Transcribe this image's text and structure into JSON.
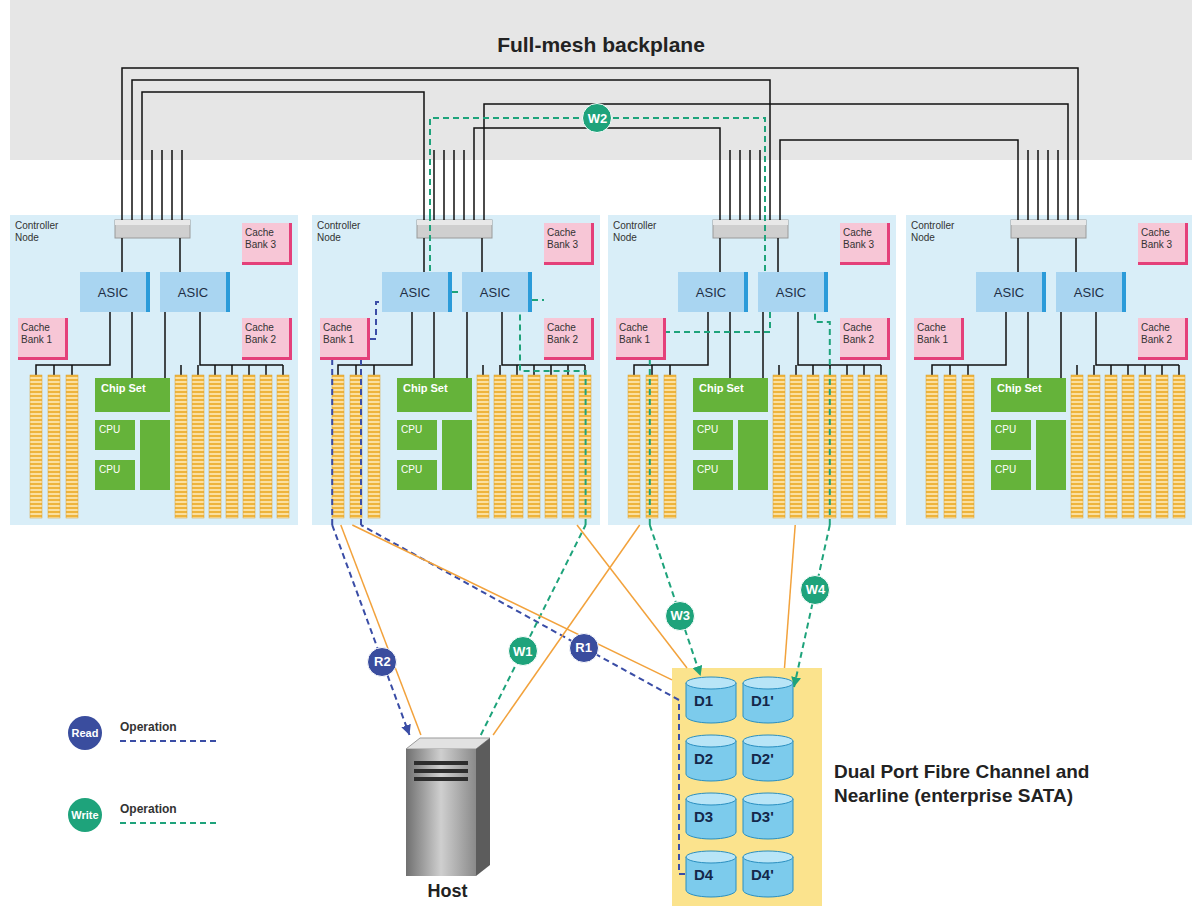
{
  "diagram": {
    "nodes": [
      {
        "text": [
          "Full-mesh backplane"
        ]
      },
      {
        "text": [
          "Controller Node"
        ]
      },
      {
        "text": [
          "Cache Bank 3"
        ],
        "in": 1
      },
      {
        "text": [
          "ASIC"
        ],
        "in": 1
      },
      {
        "text": [
          "ASIC"
        ],
        "in": 1
      },
      {
        "text": [
          "Cache Bank 1"
        ],
        "in": 1
      },
      {
        "text": [
          "Cache Bank 2"
        ],
        "in": 1
      },
      {
        "text": [
          "Chip Set"
        ],
        "in": 1
      },
      {
        "text": [
          "CPU"
        ],
        "in": 1
      },
      {
        "text": [
          "CPU"
        ],
        "in": 1
      },
      {
        "text": [
          "Controller Node"
        ]
      },
      {
        "text": [
          "Cache Bank 3"
        ],
        "in": 10
      },
      {
        "text": [
          "ASIC"
        ],
        "in": 10
      },
      {
        "text": [
          "ASIC"
        ],
        "in": 10
      },
      {
        "text": [
          "Cache Bank 1"
        ],
        "in": 10
      },
      {
        "text": [
          "Cache Bank 2"
        ],
        "in": 10
      },
      {
        "text": [
          "Chip Set"
        ],
        "in": 10
      },
      {
        "text": [
          "CPU"
        ],
        "in": 10
      },
      {
        "text": [
          "CPU"
        ],
        "in": 10
      },
      {
        "text": [
          "Controller Node"
        ]
      },
      {
        "text": [
          "Cache Bank 3"
        ],
        "in": 19
      },
      {
        "text": [
          "ASIC"
        ],
        "in": 19
      },
      {
        "text": [
          "ASIC"
        ],
        "in": 19
      },
      {
        "text": [
          "Cache Bank 1"
        ],
        "in": 19
      },
      {
        "text": [
          "Cache Bank 2"
        ],
        "in": 19
      },
      {
        "text": [
          "Chip Set"
        ],
        "in": 19
      },
      {
        "text": [
          "CPU"
        ],
        "in": 19
      },
      {
        "text": [
          "CPU"
        ],
        "in": 19
      },
      {
        "text": [
          "Controller Node"
        ]
      },
      {
        "text": [
          "Cache Bank 3"
        ],
        "in": 28
      },
      {
        "text": [
          "ASIC"
        ],
        "in": 28
      },
      {
        "text": [
          "ASIC"
        ],
        "in": 28
      },
      {
        "text": [
          "Cache Bank 1"
        ],
        "in": 28
      },
      {
        "text": [
          "Cache Bank 2"
        ],
        "in": 28
      },
      {
        "text": [
          "Chip Set"
        ],
        "in": 28
      },
      {
        "text": [
          "CPU"
        ],
        "in": 28
      },
      {
        "text": [
          "CPU"
        ],
        "in": 28
      },
      {
        "text": [
          "Read"
        ]
      },
      {
        "text": [
          "Write"
        ]
      },
      {
        "text": [
          "Host"
        ]
      },
      {
        "text": [
          "Dual Port Fibre Channel and Nearline (enterprise SATA)"
        ]
      },
      {
        "text": [
          "D1"
        ],
        "in": 40
      },
      {
        "text": [
          "D1'"
        ],
        "in": 40
      },
      {
        "text": [
          "D2"
        ],
        "in": 40
      },
      {
        "text": [
          "D2'"
        ],
        "in": 40
      },
      {
        "text": [
          "D3"
        ],
        "in": 40
      },
      {
        "text": [
          "D3'"
        ],
        "in": 40
      },
      {
        "text": [
          "D4"
        ],
        "in": 40
      },
      {
        "text": [
          "D4'"
        ],
        "in": 40
      }
    ],
    "edges": [
      {
        "from": 47,
        "to": 10,
        "arrow": "none",
        "label": "R1"
      },
      {
        "from": 10,
        "to": 39,
        "arrow": "to",
        "label": "R2"
      },
      {
        "from": 39,
        "to": 10,
        "arrow": "none",
        "label": "W1"
      },
      {
        "from": 10,
        "to": 19,
        "arrow": "none",
        "label": "W2"
      },
      {
        "from": 19,
        "to": 41,
        "arrow": "to",
        "label": "W3"
      },
      {
        "from": 19,
        "to": 42,
        "arrow": "to",
        "label": "W4"
      },
      {
        "from": 10,
        "to": 39,
        "arrow": "none"
      },
      {
        "from": 10,
        "to": 40,
        "arrow": "none"
      },
      {
        "from": 10,
        "to": 40,
        "arrow": "none"
      },
      {
        "from": 19,
        "to": 39,
        "arrow": "none"
      },
      {
        "from": 19,
        "to": 40,
        "arrow": "none"
      }
    ],
    "legend": [
      {
        "text": "Operation"
      },
      {
        "text": "Operation"
      }
    ]
  }
}
